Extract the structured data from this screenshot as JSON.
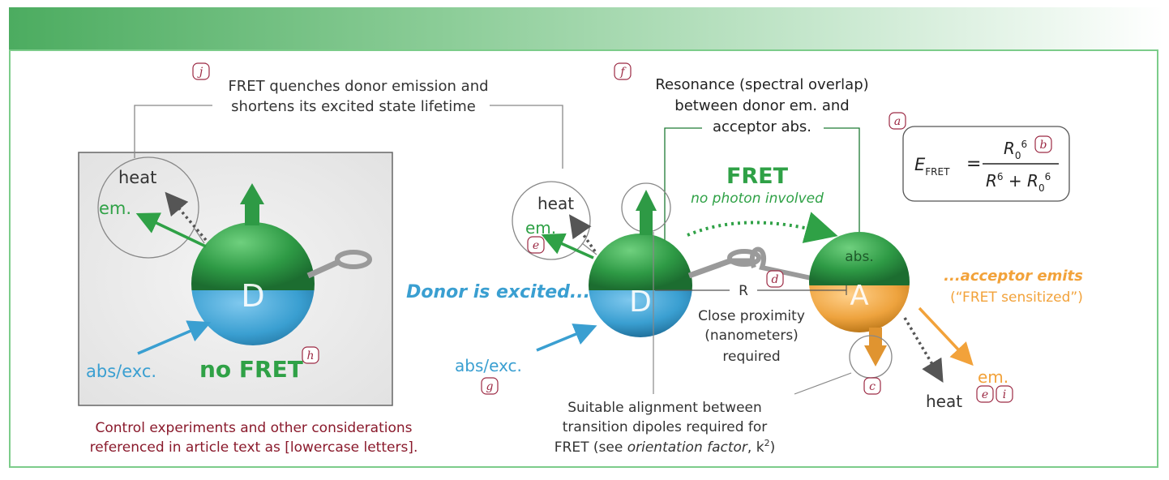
{
  "colors": {
    "green": "#2fa146",
    "green_dark": "#1e7a34",
    "blue": "#3a9fd1",
    "orange": "#f2a23a",
    "dark_red": "#8a1a2c",
    "gray_text": "#333333"
  },
  "left_panel": {
    "heat_label": "heat",
    "em_label": "em.",
    "donor_letter": "D",
    "abs_label": "abs/exc.",
    "no_fret_label": "no FRET",
    "ref_h": "h"
  },
  "callouts": {
    "quench_line1": "FRET quenches donor emission and",
    "quench_line2": "shortens its excited state lifetime",
    "ref_j": "j",
    "resonance_line1": "Resonance (spectral overlap)",
    "resonance_line2": "between donor em. and",
    "resonance_line3": "acceptor abs.",
    "ref_f": "f",
    "alignment_line1": "Suitable alignment between",
    "alignment_line2": "transition dipoles required for",
    "alignment_line3a": "FRET (see ",
    "alignment_line3b": "orientation factor",
    "alignment_line3c": ", k",
    "alignment_sup": "2",
    "alignment_line3d": ")",
    "proximity_line1": "Close proximity",
    "proximity_line2": "(nanometers)",
    "proximity_line3": "required"
  },
  "right_panel": {
    "heat_label": "heat",
    "em_label": "em.",
    "ref_e": "e",
    "donor_excited": "Donor is excited...",
    "donor_letter": "D",
    "abs_label": "abs/exc.",
    "ref_g": "g",
    "fret_label": "FRET",
    "no_photon": "no photon involved",
    "acceptor_abs": "abs.",
    "r_label": "R",
    "ref_d": "d",
    "acceptor_letter": "A",
    "acceptor_emits": "...acceptor emits",
    "fret_sensitized": "(“FRET sensitized”)",
    "ref_c": "c",
    "heat_bottom": "heat",
    "em_bottom": "em.",
    "ref_e2": "e",
    "ref_i": "i"
  },
  "equation": {
    "ref_a": "a",
    "e_symbol": "E",
    "e_sub": "FRET",
    "equals": "=",
    "num_r": "R",
    "num_sub": "0",
    "num_sup": "6",
    "ref_b": "b",
    "den_r": "R",
    "den_sup": "6",
    "den_plus": " + ",
    "den_r0": "R",
    "den_r0_sub": "0",
    "den_r0_sup": "6"
  },
  "footnote": {
    "line1": "Control experiments and other considerations",
    "line2": "referenced in article text as [lowercase letters]."
  }
}
